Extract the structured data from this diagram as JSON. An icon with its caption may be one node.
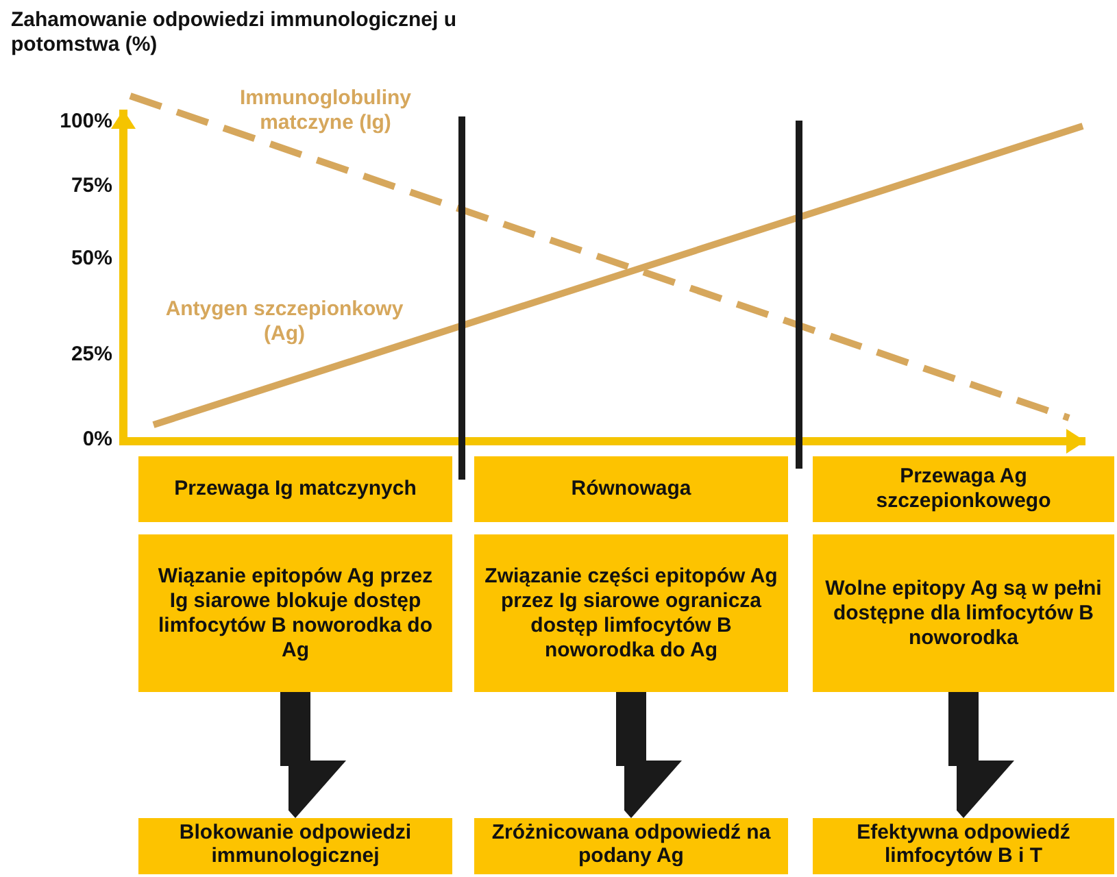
{
  "diagram": {
    "nodes": [
      {
        "text": [
          "Przewaga Ig matczynych"
        ]
      },
      {
        "text": [
          "Równowaga"
        ]
      },
      {
        "text": [
          "Przewaga Ag szczepionkowego"
        ]
      },
      {
        "text": [
          "Wiązanie epitopów Ag przez Ig siarowe blokuje dostęp limfocytów B noworodka do Ag"
        ]
      },
      {
        "text": [
          "Związanie części epitopów Ag przez Ig siarowe ogranicza dostęp limfocytów B noworodka do Ag"
        ]
      },
      {
        "text": [
          "Wolne epitopy Ag są w pełni dostępne dla limfocytów B noworodka"
        ]
      },
      {
        "text": [
          "Blokowanie odpowiedzi immunologicznej"
        ]
      },
      {
        "text": [
          "Zróżnicowana odpowiedź na podany Ag"
        ]
      },
      {
        "text": [
          "Efektywna odpowiedź limfocytów B i T"
        ]
      }
    ],
    "edges": [
      {
        "from": 3,
        "to": 6,
        "arrow": "to"
      },
      {
        "from": 4,
        "to": 7,
        "arrow": "to"
      },
      {
        "from": 5,
        "to": 8,
        "arrow": "to"
      }
    ],
    "labels": [
      "Zahamowanie odpowiedzi immunologicznej u potomstwa (%)",
      "100%",
      "75%",
      "50%",
      "25%",
      "0%",
      "Immunoglobuliny matczyne (Ig)",
      "Antygen szczepionkowy (Ag)"
    ]
  }
}
